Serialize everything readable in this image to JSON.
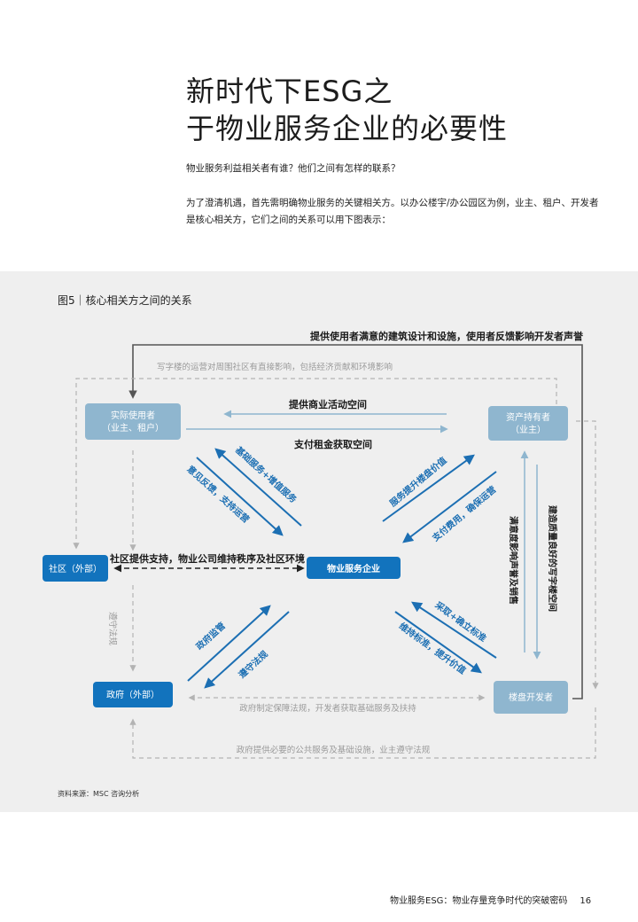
{
  "title": {
    "line1": "新时代下ESG之",
    "line2": "于物业服务企业的必要性"
  },
  "question": "物业服务利益相关者有谁？他们之间有怎样的联系？",
  "intro": "为了澄清机遇，首先需明确物业服务的关键相关方。以办公楼宇/办公园区为例，业主、租户、开发者是核心相关方，它们之间的关系可以用下图表示：",
  "figure_title": "图5｜核心相关方之间的关系",
  "nodes": {
    "user_line1": "实际使用者",
    "user_line2": "（业主、租户）",
    "asset_line1": "资产持有者",
    "asset_line2": "（业主）",
    "community": "社区（外部）",
    "pm": "物业服务企业",
    "gov": "政府（外部）",
    "dev": "楼盘开发者"
  },
  "labels": {
    "top_feedback": "提供使用者满意的建筑设计和设施，使用者反馈影响开发者声誉",
    "office_impact": "写字楼的运营对周围社区有直接影响，包括经济贡献和环境影响",
    "commercial_space": "提供商业活动空间",
    "rent": "支付租金获取空间",
    "community_support": "社区提供支持，物业公司维持秩序及社区环境",
    "law": "遵守法规",
    "gov_law_dev": "政府制定保障法规，开发者获取基础服务及扶持",
    "gov_services": "政府提供必要的公共服务及基础设施，业主遵守法规",
    "pm_user_1": "基础服务+增值服务",
    "pm_user_2": "意见反馈，支持运营",
    "pm_asset_1": "服务提升楼盘价值",
    "pm_asset_2": "支付费用，确保运营",
    "asset_dev_1": "满意度影响声誉及销售",
    "asset_dev_2": "建造质量良好的写字楼空间",
    "pm_gov_1": "政府监管",
    "pm_gov_2": "遵守法规",
    "pm_dev_1": "采取+确立标准",
    "pm_dev_2": "维持标准，提升价值"
  },
  "source": "资料来源：MSC 咨询分析",
  "footer": {
    "text": "物业服务ESG：物业存量竞争时代的突破密码",
    "page": "16"
  },
  "colors": {
    "node_light": "#8fb6cf",
    "node_dark": "#1273bd",
    "arrow_blue": "#1c6fb3",
    "arrow_light": "#8fb6cf",
    "dashed_gray": "#b3b3b3",
    "figure_bg": "#efefef"
  }
}
